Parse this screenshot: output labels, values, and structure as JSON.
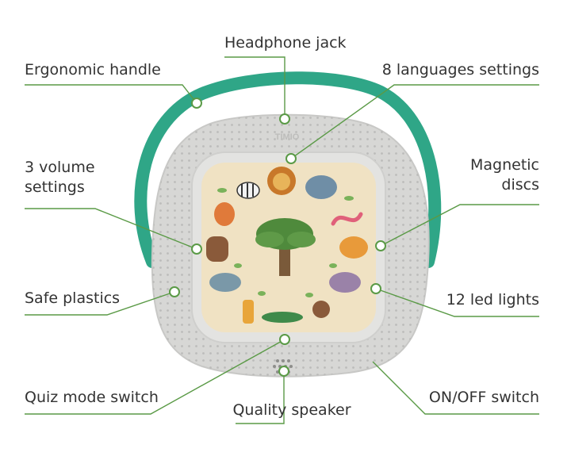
{
  "colors": {
    "accent": "#5a9a46",
    "handle": "#2fa687",
    "body": "#d7d7d5",
    "screen": "#f0e2c3",
    "text": "#333333"
  },
  "labels": {
    "headphone_jack": "Headphone jack",
    "ergonomic_handle": "Ergonomic handle",
    "languages_settings": "8 languages settings",
    "volume_line1": "3 volume",
    "volume_line2": "settings",
    "magnetic_line1": "Magnetic",
    "magnetic_line2": "discs",
    "safe_plastics": "Safe plastics",
    "led_lights": "12 led lights",
    "quiz_mode_switch": "Quiz mode switch",
    "quality_speaker": "Quality speaker",
    "on_off_switch": "ON/OFF switch"
  },
  "illustration": {
    "brand_text": "TIMIO"
  }
}
